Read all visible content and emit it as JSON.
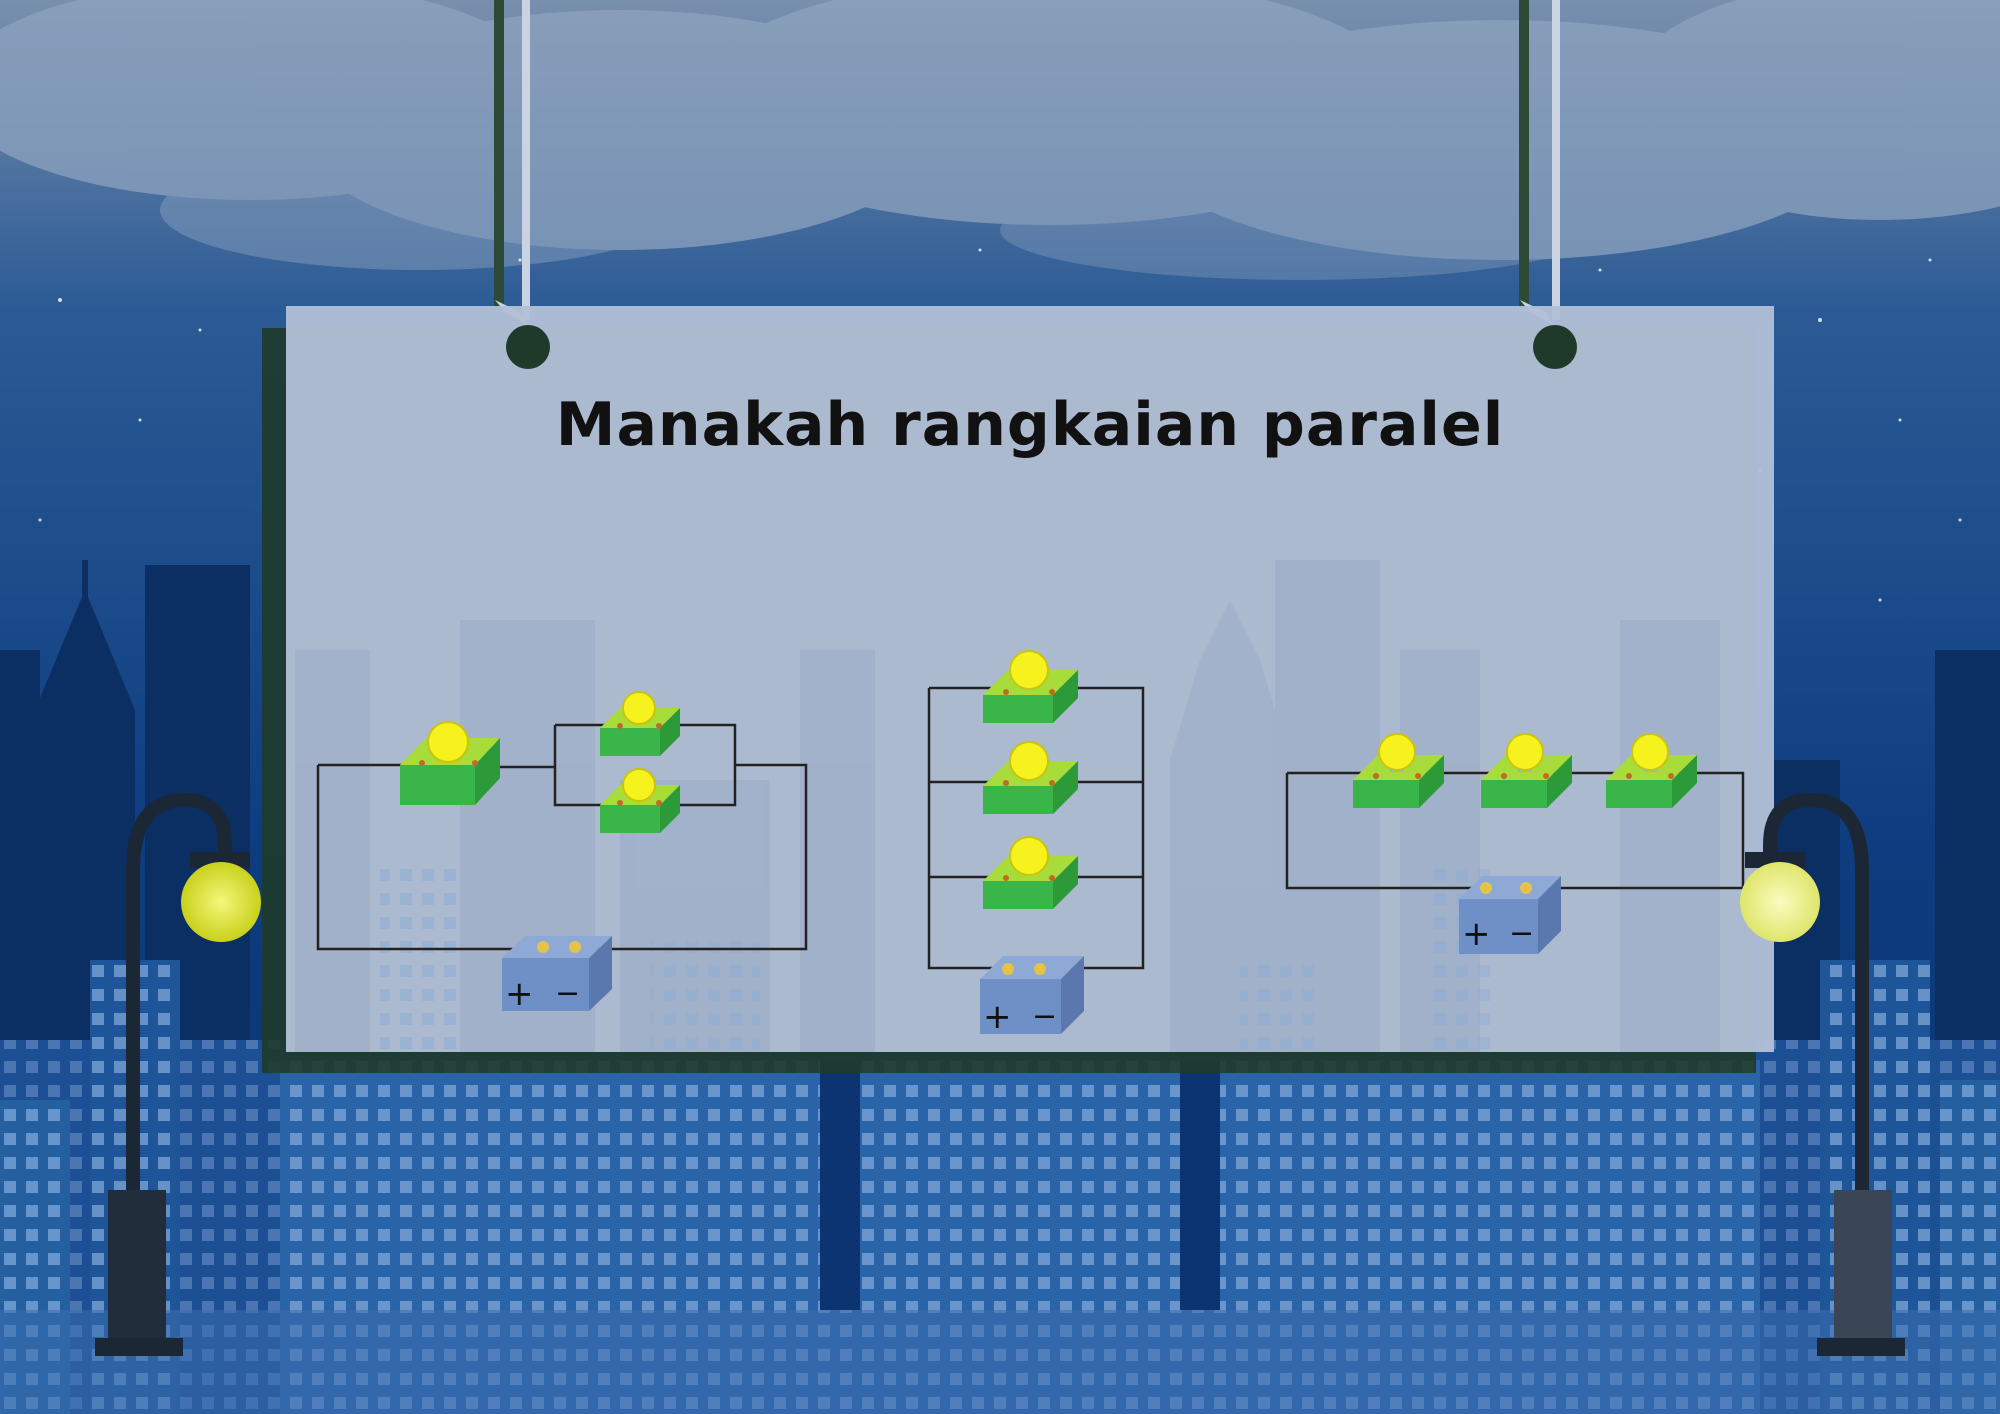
{
  "question": {
    "title": "Manakah rangkaian paralel"
  },
  "options": [
    {
      "id": "circuit-a",
      "bulbs": 3
    },
    {
      "id": "circuit-b",
      "bulbs": 3
    },
    {
      "id": "circuit-c",
      "bulbs": 3
    }
  ],
  "battery": {
    "plus_symbol": "+",
    "minus_symbol": "−"
  },
  "colors": {
    "sky_top": "#6f86a6",
    "sky_bottom": "#0b3a7c",
    "board": "#b3c1d6",
    "board_shadow": "#1f3a2a",
    "bulb": "#f6f21e",
    "base_top": "#a8dc3a",
    "base_side": "#2fae3e",
    "battery": "#6f8fc7",
    "lamp_glow": "#e2ea3a"
  }
}
